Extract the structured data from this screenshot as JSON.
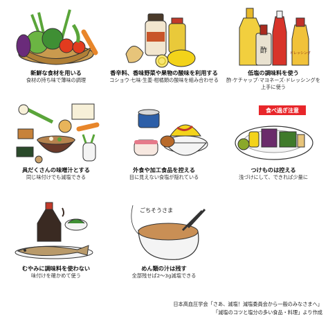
{
  "tips": [
    {
      "title": "新鮮な食材を用いる",
      "desc": [
        "食材の持ち味で薄味の調理"
      ]
    },
    {
      "title": "香辛料、香味野菜や果物の酸味を利用する",
      "desc": [
        "コショウ·七味·生姜·柑橘類の酸味を組み合わせる"
      ]
    },
    {
      "title": "低塩の調味料を使う",
      "desc": [
        "酢·ケチャップ·マヨネーズ·ドレッシングを",
        "上手に使う"
      ],
      "bottle_label": "酢",
      "bottle_label2": "ドレッシング"
    },
    {
      "title": "具だくさんの味噌汁とする",
      "desc": [
        "同じ味付けでも減塩できる"
      ]
    },
    {
      "title": "外食や加工食品を控える",
      "desc": [
        "目に見えない食塩が隠れている"
      ]
    },
    {
      "title": "つけものは控える",
      "desc": [
        "浅づけにして、できれば少量に"
      ],
      "badge": "食べ過ぎ注意"
    },
    {
      "title": "むやみに調味料を使わない",
      "desc": [
        "味付けを確かめて使う"
      ]
    },
    {
      "title": "めん類の汁は残す",
      "desc": [
        "全部残せば2〜3g減塩できる"
      ],
      "bubble": "ごちそうさま"
    }
  ],
  "source": [
    "日本高血圧学会「さあ、減塩！減塩委員会から一般のみなさまへ」",
    "「減塩のコツと塩分の多い食品・料理」より作成"
  ],
  "colors": {
    "leaf": "#5aa53a",
    "tomato": "#e23b1e",
    "badge": "#e8262a",
    "lemon": "#f3d31a",
    "soup": "#c98f55"
  }
}
